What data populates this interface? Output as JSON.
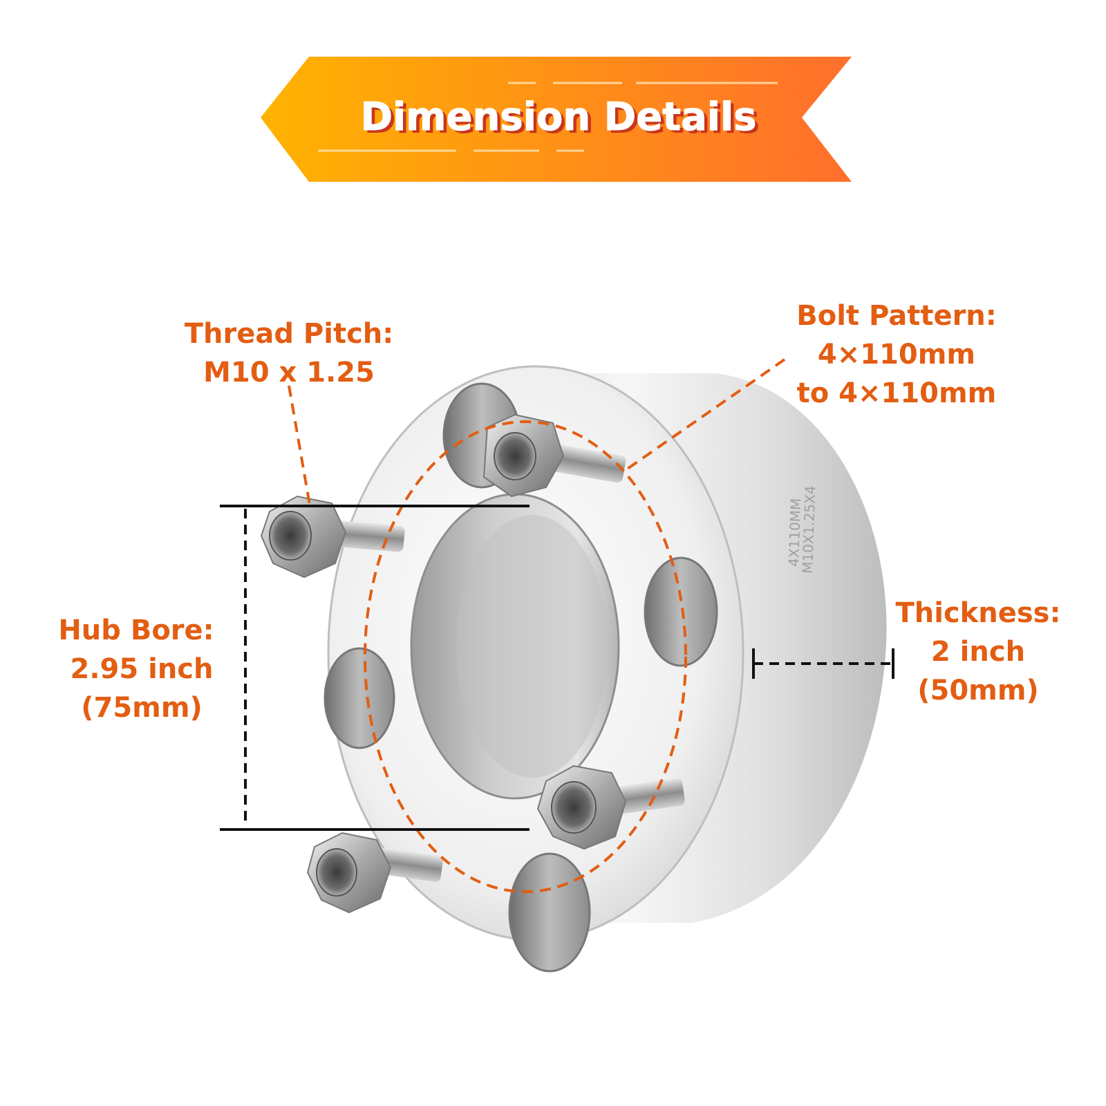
{
  "banner": {
    "title": "Dimension Details"
  },
  "callouts": {
    "thread_pitch": {
      "label": "Thread Pitch:",
      "value": "M10 x 1.25"
    },
    "bolt_pattern": {
      "label": "Bolt Pattern:",
      "value_line1": "4×110mm",
      "value_line2": "to 4×110mm"
    },
    "hub_bore": {
      "label": "Hub Bore:",
      "value_line1": "2.95 inch",
      "value_line2": "(75mm)"
    },
    "thickness": {
      "label": "Thickness:",
      "value_line1": "2 inch",
      "value_line2": "(50mm)"
    }
  },
  "product": {
    "engraving_line1": "4X110MM",
    "engraving_line2": "M10X1.25X4"
  },
  "colors": {
    "callout_text": "#E35D12",
    "banner_start": "#FFB300",
    "banner_end": "#FF6F2C",
    "banner_title": "#FFFFFF",
    "banner_title_shadow": "#C7361A",
    "dashed_line": "#E35D12",
    "measure_line": "#111111",
    "metal_light": "#F4F4F4",
    "metal_mid": "#C9C9C9",
    "metal_dark": "#8A8A8A"
  }
}
